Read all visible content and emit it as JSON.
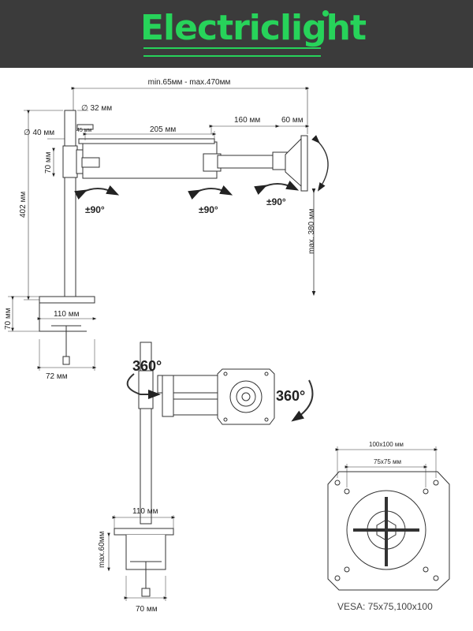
{
  "brand": {
    "name": "Electriclight",
    "color": "#27d35a",
    "bar": "#3b3b3b"
  },
  "labels": {
    "arm_range": "min.65мм - max.470мм",
    "pole_d32": "∅ 32 мм",
    "pole_d40": "∅ 40 мм",
    "dim45": "45 мм",
    "dim205": "205 мм",
    "dim160": "160 мм",
    "dim60": "60 мм",
    "dim70": "70 мм",
    "dim402": "402 мм",
    "clamp70": "70 мм",
    "clamp110": "110 мм",
    "clamp72": "72 мм",
    "tilt90a": "±90°",
    "tilt90b": "±90°",
    "tilt90c": "±90°",
    "max380": "max. 380 мм",
    "rot360a": "360°",
    "rot360b": "360°",
    "base110": "110 мм",
    "base_max60": "max.60мм",
    "base70": "70 мм",
    "vesa100": "100x100 мм",
    "vesa75": "75x75 мм",
    "vesa_caption": "VESA: 75x75,100x100"
  }
}
